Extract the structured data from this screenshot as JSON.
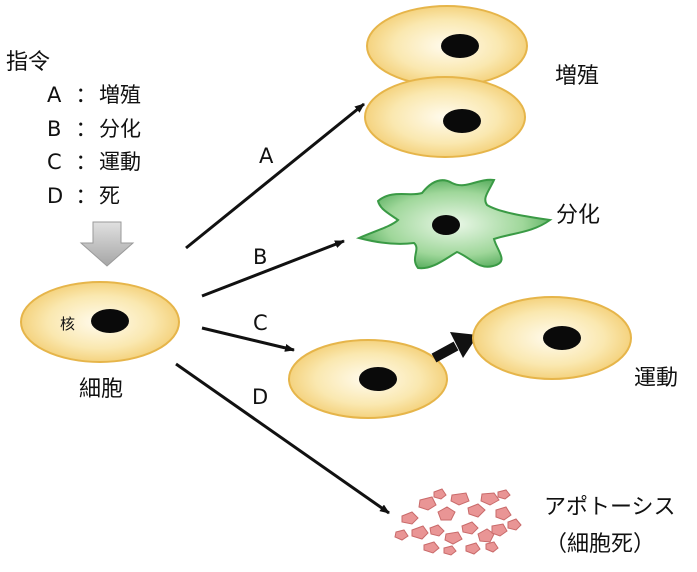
{
  "instructions": {
    "title": "指令",
    "items": [
      {
        "letter": "A",
        "sep": "：",
        "label": "増殖"
      },
      {
        "letter": "B",
        "sep": "：",
        "label": "分化"
      },
      {
        "letter": "C",
        "sep": "：",
        "label": "運動"
      },
      {
        "letter": "D",
        "sep": "：",
        "label": "死"
      }
    ]
  },
  "cell": {
    "nucleus_label": "核",
    "label": "細胞"
  },
  "paths": {
    "a": "A",
    "b": "B",
    "c": "C",
    "d": "D"
  },
  "outcomes": {
    "proliferation": "増殖",
    "differentiation": "分化",
    "migration": "運動",
    "apoptosis_line1": "アポトーシス",
    "apoptosis_line2": "（細胞死）"
  },
  "colors": {
    "cell_fill": "#f5d57a",
    "cell_edge": "#e8b84a",
    "nucleus": "#0a0a0a",
    "differentiated_cell": "#3fa84a",
    "apoptotic_fragments": "#e58a8a",
    "down_arrow": "#b5b5b5"
  }
}
